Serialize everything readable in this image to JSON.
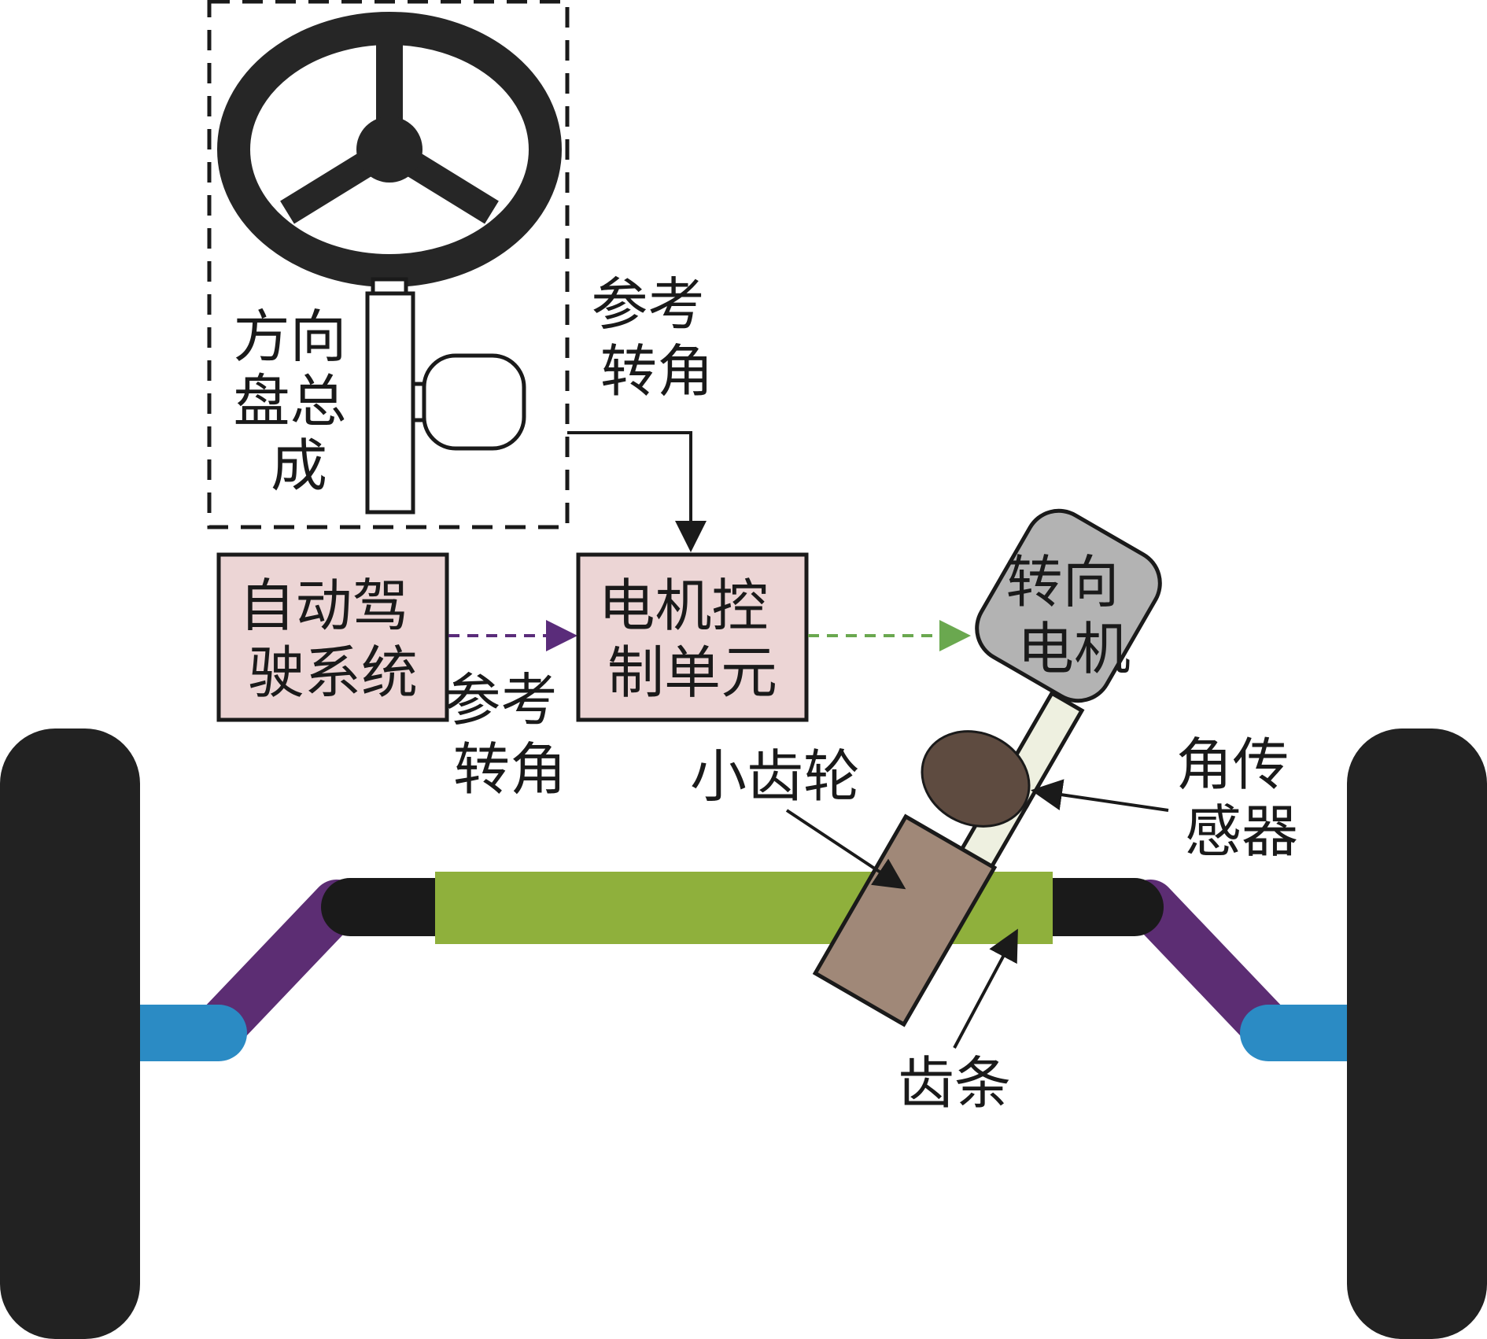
{
  "labels": {
    "steering_assembly": [
      "方向",
      "盘总",
      "成"
    ],
    "ref_angle_top": [
      "参考",
      "转角"
    ],
    "ref_angle_mid": [
      "参考",
      "转角"
    ],
    "autopilot": [
      "自动驾",
      "驶系统"
    ],
    "ecu": [
      "电机控",
      "制单元"
    ],
    "steering_motor": [
      "转向",
      "电机"
    ],
    "pinion": "小齿轮",
    "angle_sensor": [
      "角传",
      "感器"
    ],
    "rack": "齿条"
  },
  "colors": {
    "box_fill": "#ecd5d5",
    "outline": "#1a1a1a",
    "autopilot_arrow": "#5a2c7a",
    "motor_arrow": "#6aa84f",
    "rack": "#8fb03c",
    "tie_rod": "#5c2d73",
    "hub": "#2b8bc4",
    "tire": "#222222",
    "motor": "#b3b3b3",
    "sensor": "#5e4b40",
    "pinion": "#a08878",
    "shaft": "#eef0e0"
  }
}
